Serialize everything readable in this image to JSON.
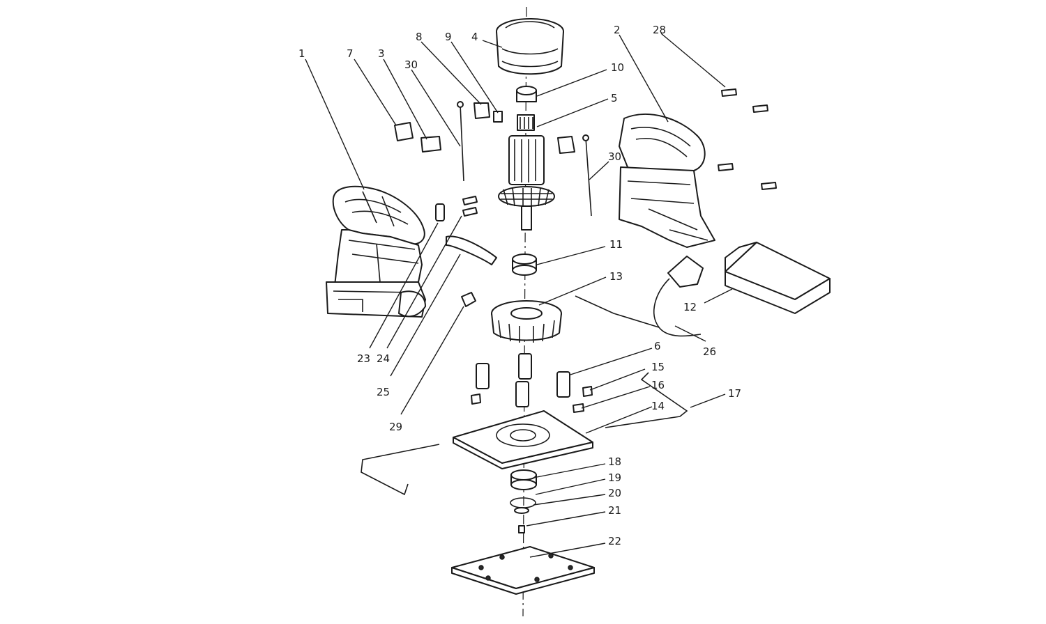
{
  "diagram": {
    "callouts": {
      "c1": "1",
      "c2": "2",
      "c3": "3",
      "c4": "4",
      "c5": "5",
      "c6": "6",
      "c7": "7",
      "c8": "8",
      "c9": "9",
      "c10": "10",
      "c11": "11",
      "c12": "12",
      "c13": "13",
      "c14": "14",
      "c15": "15",
      "c16": "16",
      "c17": "17",
      "c18": "18",
      "c19": "19",
      "c20": "20",
      "c21": "21",
      "c22": "22",
      "c23": "23",
      "c24": "24",
      "c25": "25",
      "c26": "26",
      "c28": "28",
      "c29": "29",
      "c30a": "30",
      "c30b": "30"
    }
  }
}
